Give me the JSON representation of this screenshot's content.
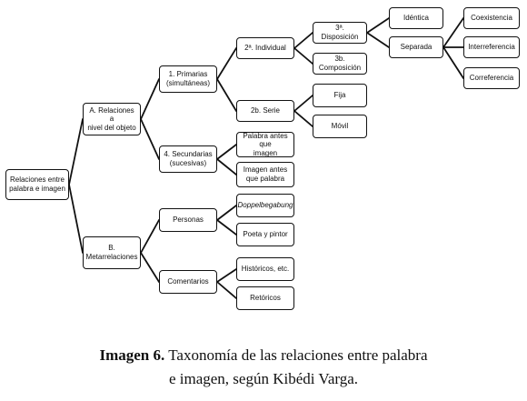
{
  "diagram": {
    "nodes": {
      "root": "Relaciones entre\npalabra e imagen",
      "a": "A. Relaciones a\nnivel del objeto",
      "b": "B.\nMetarrelaciones",
      "a1": "1. Primarias\n(simultáneas)",
      "a4": "4. Secundarias\n(sucesivas)",
      "a2a": "2ª. Individual",
      "a2b": "2b. Serie",
      "a3a": "3ª. Disposición",
      "a3b": "3b. Composición",
      "fija": "Fija",
      "movil": "Móvil",
      "identica": "Idéntica",
      "separada": "Separada",
      "coex": "Coexistencia",
      "interf": "Interreferencia",
      "corref": "Correferencia",
      "pal_img": "Palabra antes que\nimagen",
      "img_pal": "Imagen antes\nque palabra",
      "personas": "Personas",
      "comentarios": "Comentarios",
      "doppel": "Doppelbegabung",
      "poeta": "Poeta y pintor",
      "historicos": "Históricos, etc.",
      "retoricos": "Retóricos"
    },
    "edges": [
      [
        "root",
        "a"
      ],
      [
        "root",
        "b"
      ],
      [
        "a",
        "a1"
      ],
      [
        "a",
        "a4"
      ],
      [
        "a1",
        "a2a"
      ],
      [
        "a1",
        "a2b"
      ],
      [
        "a2a",
        "a3a"
      ],
      [
        "a2a",
        "a3b"
      ],
      [
        "a3a",
        "identica"
      ],
      [
        "a3a",
        "separada"
      ],
      [
        "separada",
        "coex"
      ],
      [
        "separada",
        "interf"
      ],
      [
        "separada",
        "corref"
      ],
      [
        "a2b",
        "fija"
      ],
      [
        "a2b",
        "movil"
      ],
      [
        "a4",
        "pal_img"
      ],
      [
        "a4",
        "img_pal"
      ],
      [
        "b",
        "personas"
      ],
      [
        "b",
        "comentarios"
      ],
      [
        "personas",
        "doppel"
      ],
      [
        "personas",
        "poeta"
      ],
      [
        "comentarios",
        "historicos"
      ],
      [
        "comentarios",
        "retoricos"
      ]
    ]
  },
  "caption": {
    "label": "Imagen 6.",
    "text_line1": "Taxonomía de las relaciones entre palabra",
    "text_line2": "e imagen, según Kibédi Varga."
  }
}
